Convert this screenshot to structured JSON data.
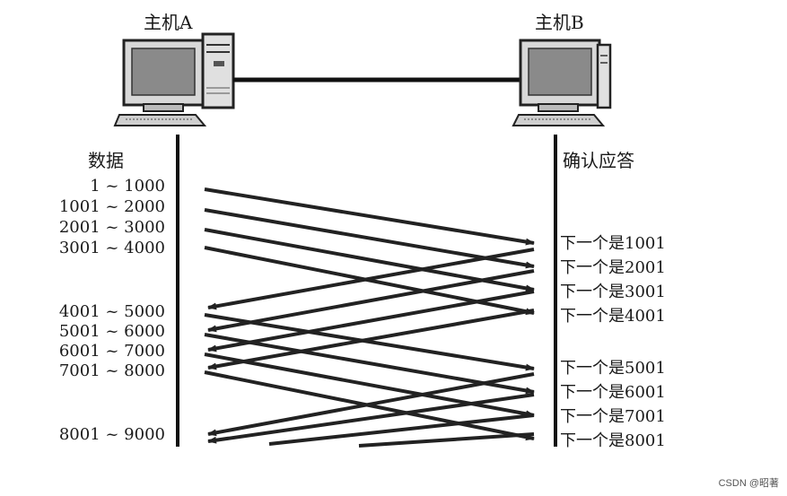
{
  "host_a": {
    "label": "主机A"
  },
  "host_b": {
    "label": "主机B"
  },
  "left_header": "数据",
  "right_header": "确认应答",
  "segments": [
    "1 ~ 1000",
    "1001 ~ 2000",
    "2001 ~ 3000",
    "3001 ~ 4000",
    "4001 ~ 5000",
    "5001 ~ 6000",
    "6001 ~ 7000",
    "7001 ~ 8000",
    "8001 ~ 9000"
  ],
  "acks": [
    "下一个是1001",
    "下一个是2001",
    "下一个是3001",
    "下一个是4001",
    "下一个是5001",
    "下一个是6001",
    "下一个是7001",
    "下一个是8001"
  ],
  "watermark": "CSDN @昭著"
}
